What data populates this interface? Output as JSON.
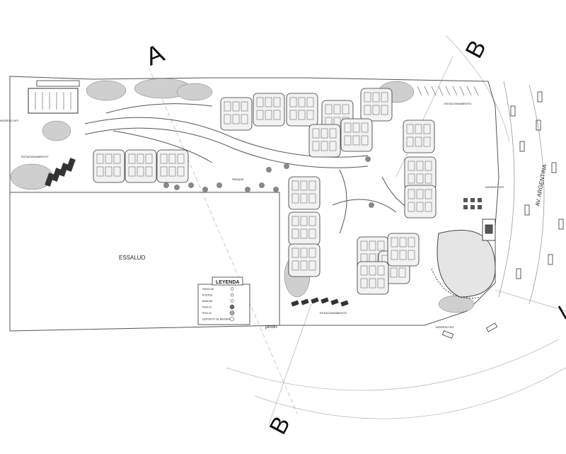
{
  "section_markers": {
    "a_top": "A",
    "b_top": "B",
    "b_bottom": "B",
    "right_edge": "I"
  },
  "labels": {
    "ingreso_n1": "INGRESO Nº1",
    "ingreso_n2": "INGRESO Nº2",
    "ingreso_n3": "INGRESO Nº1",
    "estacionamiento_left": "ESTACIONAMIENTO",
    "estacionamiento_top": "ESTACIONAMIENTO",
    "estacionamiento_bottom": "ESTACIONAMIENTO",
    "parque": "PARQUE",
    "avenue": "AV. ARGENTINA",
    "essalud": "ESSALUD",
    "pmin": "pimin"
  },
  "legend": {
    "title": "LEYENDA",
    "items": [
      "FAROLAS",
      "POSTES",
      "BANCAS",
      "PISO 01",
      "PISO 02",
      "DEPOSITO DE BASURA"
    ]
  },
  "colors": {
    "line": "#333333",
    "light_line": "#999999",
    "fill_dark": "#555555",
    "fill_mid": "#bbbbbb"
  }
}
